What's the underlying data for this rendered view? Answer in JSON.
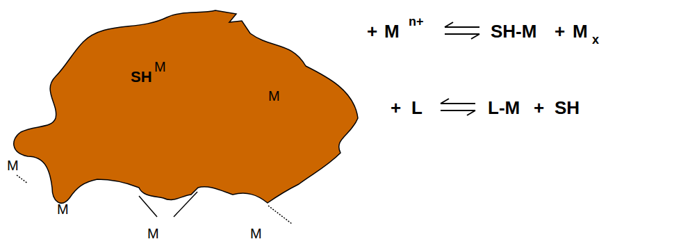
{
  "diagram": {
    "nodes": [
      {
        "text": [
          "SH",
          "M"
        ]
      }
    ],
    "labels": [
      "M",
      "M",
      "M",
      "M",
      "M",
      "+",
      "M",
      "n+",
      "SH-M",
      "+",
      "M",
      "x",
      "+",
      "L",
      "L-M",
      "+",
      "SH"
    ]
  }
}
